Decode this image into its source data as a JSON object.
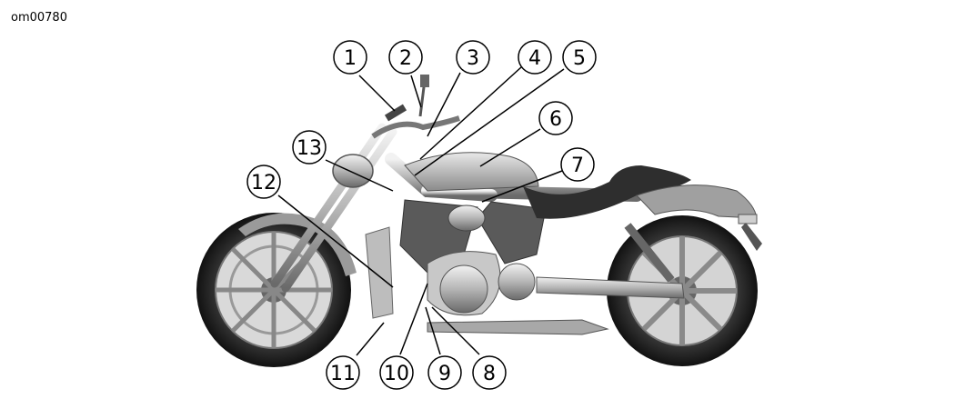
{
  "figure_code": "om00780",
  "callouts": [
    "1",
    "2",
    "3",
    "4",
    "5",
    "6",
    "7",
    "8",
    "9",
    "10",
    "11",
    "12",
    "13"
  ]
}
